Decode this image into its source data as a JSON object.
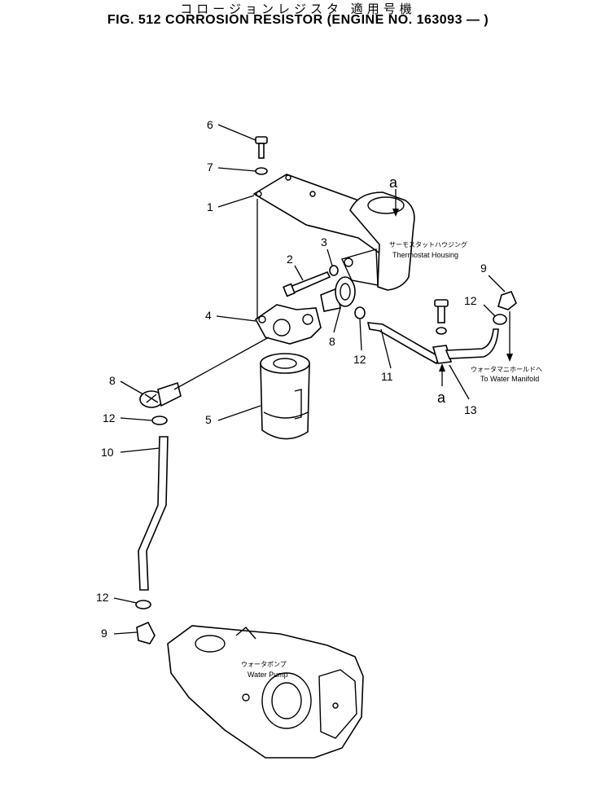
{
  "header": {
    "title_jp": "コロージョンレジスタ 適用号機",
    "title_en": "FIG. 512  CORROSION RESISTOR (ENGINE NO. 163093 — )"
  },
  "callouts": [
    {
      "id": "c6",
      "label": "6"
    },
    {
      "id": "c7",
      "label": "7"
    },
    {
      "id": "c1",
      "label": "1"
    },
    {
      "id": "c3",
      "label": "3"
    },
    {
      "id": "c2",
      "label": "2"
    },
    {
      "id": "c4",
      "label": "4"
    },
    {
      "id": "c8a",
      "label": "8"
    },
    {
      "id": "c12a",
      "label": "12"
    },
    {
      "id": "c11",
      "label": "11"
    },
    {
      "id": "c8b",
      "label": "8"
    },
    {
      "id": "c5",
      "label": "5"
    },
    {
      "id": "c12b",
      "label": "12"
    },
    {
      "id": "c10",
      "label": "10"
    },
    {
      "id": "c12c",
      "label": "12"
    },
    {
      "id": "c9a",
      "label": "9"
    },
    {
      "id": "c9b",
      "label": "9"
    },
    {
      "id": "c12d",
      "label": "12"
    },
    {
      "id": "c13",
      "label": "13"
    }
  ],
  "refs": {
    "top": "a",
    "bottom": "a"
  },
  "notes": {
    "thermostat_jp": "サーモスタットハウジング",
    "thermostat_en": "Thermostat Housing",
    "manifold_jp": "ウォータマニホールドへ",
    "manifold_en": "To Water Manifold",
    "pump_jp": "ウォータポンプ",
    "pump_en": "Water Pump"
  }
}
